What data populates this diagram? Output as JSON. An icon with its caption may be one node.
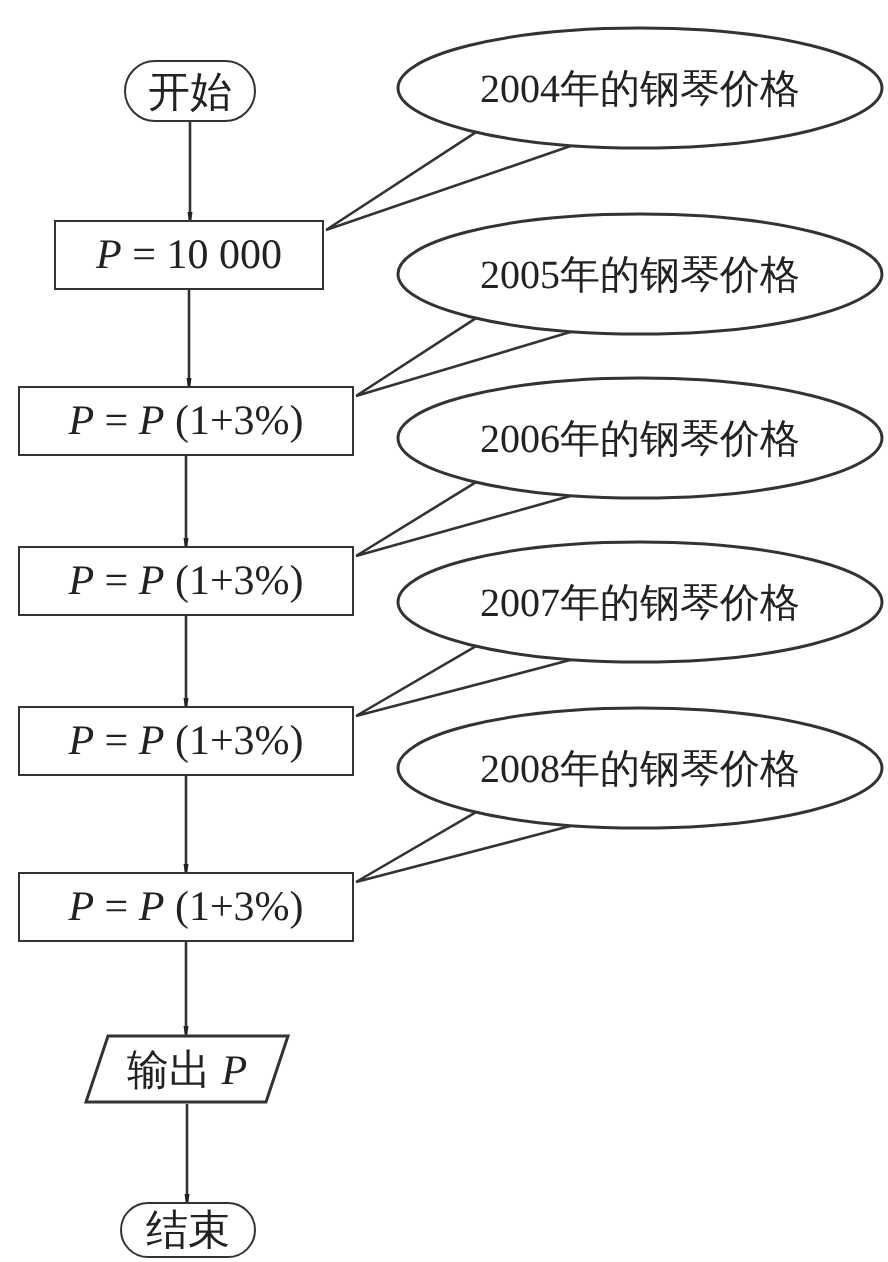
{
  "diagram": {
    "nodes": [
      {
        "text": [
          "开始"
        ]
      },
      {
        "text": [
          "*P* = 10 000"
        ]
      },
      {
        "text": [
          "*P* = *P* (1+3%)"
        ]
      },
      {
        "text": [
          "*P* = *P* (1+3%)"
        ]
      },
      {
        "text": [
          "*P* = *P* (1+3%)"
        ]
      },
      {
        "text": [
          "*P* = *P* (1+3%)"
        ]
      },
      {
        "text": [
          "输出 *P*"
        ]
      },
      {
        "text": [
          "结束"
        ]
      },
      {
        "text": [
          "2004年的钢琴价格"
        ]
      },
      {
        "text": [
          "2005年的钢琴价格"
        ]
      },
      {
        "text": [
          "2006年的钢琴价格"
        ]
      },
      {
        "text": [
          "2007年的钢琴价格"
        ]
      },
      {
        "text": [
          "2008年的钢琴价格"
        ]
      }
    ],
    "edges": [
      {
        "from": 0,
        "to": 1,
        "arrow": "to"
      },
      {
        "from": 1,
        "to": 2,
        "arrow": "to"
      },
      {
        "from": 2,
        "to": 3,
        "arrow": "to"
      },
      {
        "from": 3,
        "to": 4,
        "arrow": "to"
      },
      {
        "from": 4,
        "to": 5,
        "arrow": "to"
      },
      {
        "from": 5,
        "to": 6,
        "arrow": "to"
      },
      {
        "from": 6,
        "to": 7,
        "arrow": "to"
      },
      {
        "from": 8,
        "to": 1,
        "arrow": "none"
      },
      {
        "from": 9,
        "to": 2,
        "arrow": "none"
      },
      {
        "from": 10,
        "to": 3,
        "arrow": "none"
      },
      {
        "from": 11,
        "to": 4,
        "arrow": "none"
      },
      {
        "from": 12,
        "to": 5,
        "arrow": "none"
      }
    ]
  }
}
